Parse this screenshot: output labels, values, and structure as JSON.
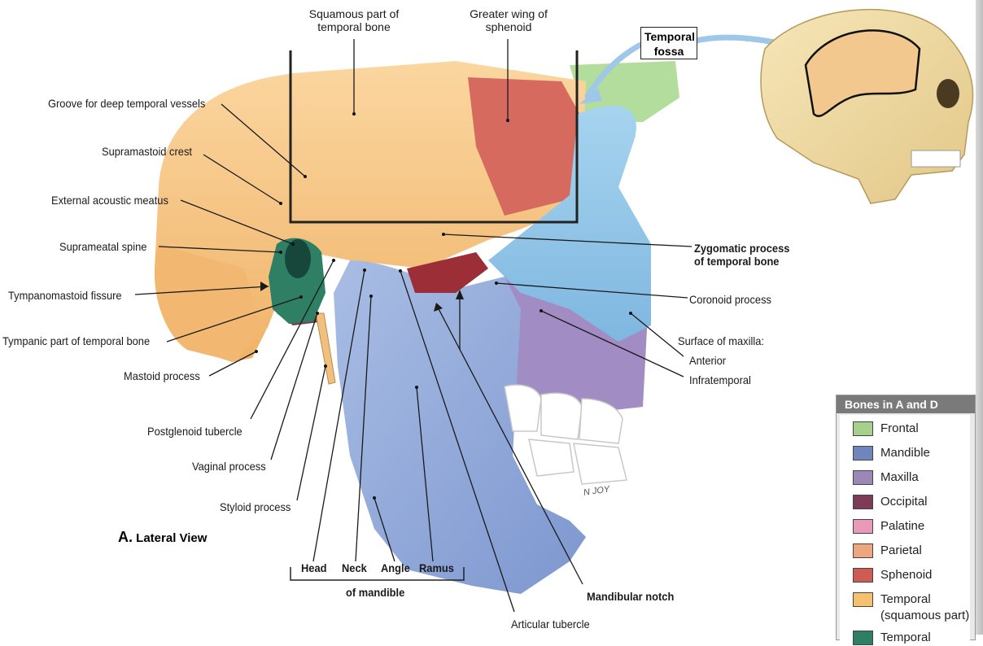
{
  "figure": {
    "panel_label": "A.",
    "panel_title": "Lateral View",
    "callout": "Temporal fossa",
    "signature": "N JOY"
  },
  "labels": {
    "squamous_part": "Squamous part of temporal bone",
    "greater_wing": "Greater wing of sphenoid",
    "groove_deep_temporal": "Groove for deep temporal vessels",
    "supramastoid_crest": "Supramastoid crest",
    "external_acoustic_meatus": "External acoustic meatus",
    "suprameatal_spine": "Suprameatal spine",
    "tympanomastoid_fissure": "Tympanomastoid fissure",
    "tympanic_part": "Tympanic part of temporal bone",
    "mastoid_process": "Mastoid process",
    "postglenoid_tubercle": "Postglenoid tubercle",
    "vaginal_process": "Vaginal process",
    "styloid_process": "Styloid process",
    "zygomatic_process": "Zygomatic process of temporal bone",
    "coronoid_process": "Coronoid process",
    "surface_of_maxilla": "Surface of maxilla:",
    "anterior": "Anterior",
    "infratemporal": "Infratemporal",
    "head": "Head",
    "neck": "Neck",
    "angle": "Angle",
    "ramus": "Ramus",
    "of_mandible": "of mandible",
    "mandibular_notch": "Mandibular notch",
    "articular_tubercle": "Articular tubercle"
  },
  "legend": {
    "title": "Bones in A and D",
    "items": [
      {
        "label": "Frontal",
        "color": "#a8d08d"
      },
      {
        "label": "Mandible",
        "color": "#6f86bd"
      },
      {
        "label": "Maxilla",
        "color": "#9b87b8"
      },
      {
        "label": "Occipital",
        "color": "#7d3b58"
      },
      {
        "label": "Palatine",
        "color": "#e89ab8"
      },
      {
        "label": "Parietal",
        "color": "#eea67f"
      },
      {
        "label": "Sphenoid",
        "color": "#cd5c55"
      },
      {
        "label": "Temporal (squamous part)",
        "color": "#f6c16e"
      },
      {
        "label": "Temporal",
        "color": "#2f7f64"
      }
    ]
  }
}
